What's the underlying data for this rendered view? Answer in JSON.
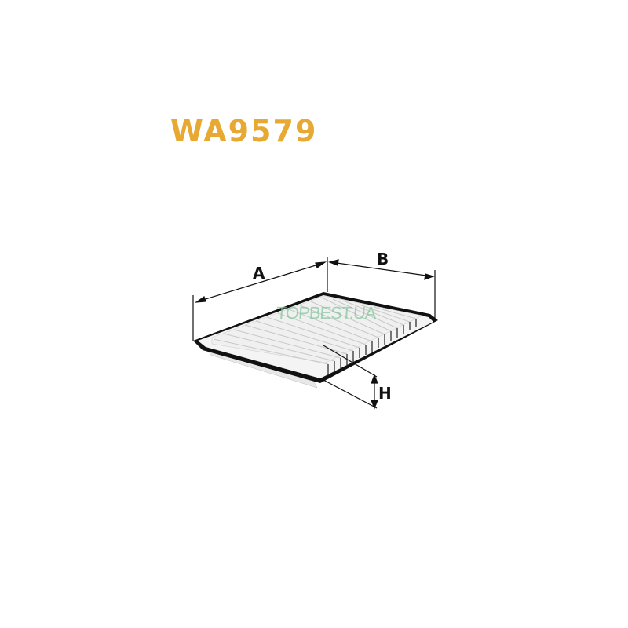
{
  "product": {
    "code": "WA9579",
    "title_color": "#E8A932",
    "type": "air-filter-panel"
  },
  "dimensions": {
    "a_label": "A",
    "b_label": "B",
    "h_label": "H"
  },
  "watermark": {
    "text": "TOPBEST.UA",
    "color": "#7fc49a"
  }
}
